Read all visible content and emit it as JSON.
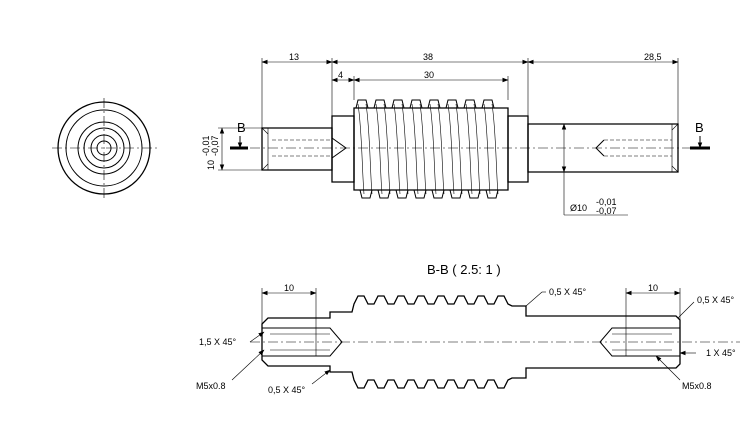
{
  "top_view": {
    "dim_left": "13",
    "dim_total_threaded": "38",
    "dim_offset": "4",
    "dim_thread": "30",
    "dim_right": "28,5",
    "section_mark_left": "B",
    "section_mark_right": "B",
    "dia_left_main": "10",
    "dia_left_tol_upper": "-0,01",
    "dia_left_tol_lower": "-0,07",
    "dia_right_prefix": "Ø10",
    "dia_right_tol_upper": "-0,01",
    "dia_right_tol_lower": "-0,07"
  },
  "section_view": {
    "title": "B-B ( 2.5: 1 )",
    "dim_left_bore": "10",
    "dim_right_bore": "10",
    "note_top_chamfer": "0,5 X 45°",
    "note_right_top": "0,5 X 45°",
    "note_left_chamfer": "1,5 X 45°",
    "note_right_chamfer": "1 X 45°",
    "note_bottom_chamfer": "0,5 X 45°",
    "note_thread_left": "M5x0.8",
    "note_thread_right": "M5x0.8"
  }
}
